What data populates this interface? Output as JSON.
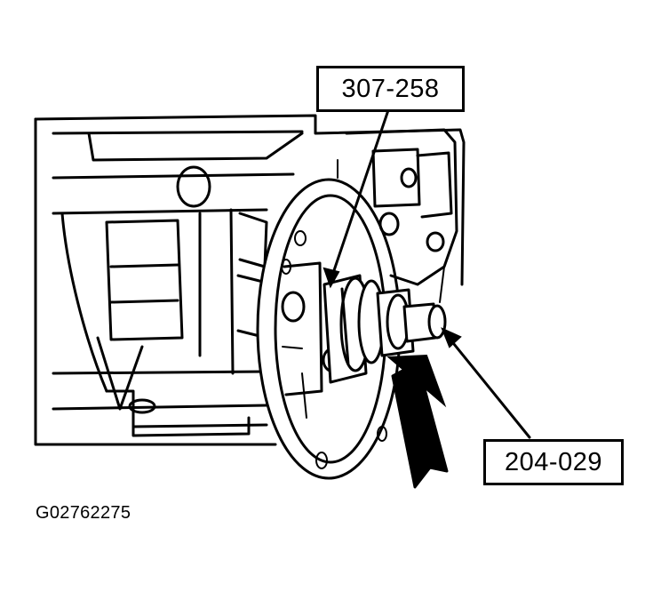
{
  "callouts": {
    "top_label": "307-258",
    "right_label": "204-029"
  },
  "figure_id": "G02762275",
  "icons": {
    "direction_arrow": "bold-arrow-icon"
  }
}
